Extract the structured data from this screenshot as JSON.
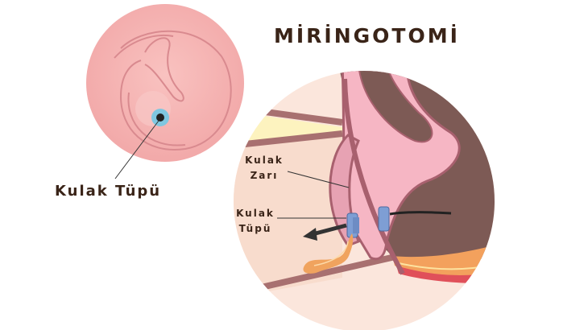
{
  "title": "MİRİNGOTOMİ",
  "labels": {
    "outer_ear_tube": "Kulak Tüpü",
    "eardrum_line1": "Kulak",
    "eardrum_line2": "Zarı",
    "tube_line1": "Kulak",
    "tube_line2": "Tüpü"
  },
  "colors": {
    "ear_pink": "#f5b3b3",
    "tissue_brown": "#7d5a55",
    "middle_ear_pink": "#f6b6c4",
    "tube_blue": "#7e9ed4",
    "canal": "#f8dccd",
    "text": "#3a2418"
  }
}
